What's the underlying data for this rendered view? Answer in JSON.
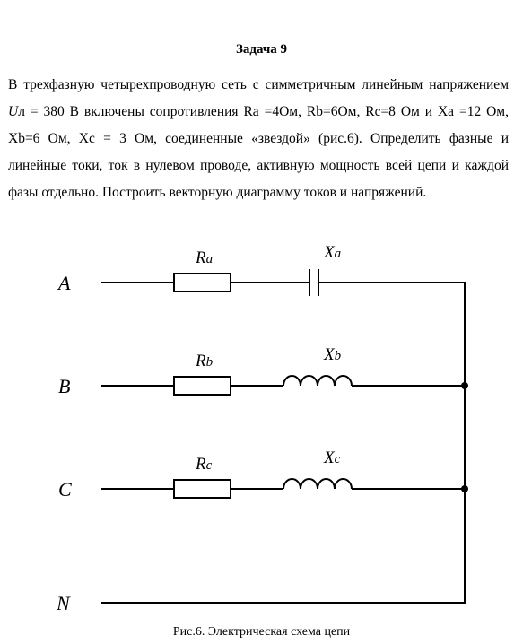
{
  "title": "Задача 9",
  "problem": {
    "part1": "В трехфазную четырехпроводную сеть с симметричным линейным напряжением ",
    "u_symbol": "U",
    "u_subscript": "л",
    "part2": " = 380 В включены сопротивления Ra =4Ом, Rb=6Ом, Rc=8 Ом и Xa =12 Ом, Xb=6 Ом, Xc = 3 Ом, соединенные «звездой» (рис.6). Определить фазные и линейные токи, ток в нулевом проводе, активную мощность всей цепи и каждой фазы отдельно. Построить векторную диаграмму токов и напряжений."
  },
  "diagram": {
    "phases": [
      {
        "line": "A",
        "r": "R",
        "r_sub": "a",
        "x": "X",
        "x_sub": "a",
        "x_element": "capacitor"
      },
      {
        "line": "B",
        "r": "R",
        "r_sub": "b",
        "x": "X",
        "x_sub": "b",
        "x_element": "inductor"
      },
      {
        "line": "C",
        "r": "R",
        "r_sub": "c",
        "x": "X",
        "x_sub": "c",
        "x_element": "inductor"
      }
    ],
    "neutral": "N"
  },
  "caption": "Рис.6. Электрическая схема цепи"
}
